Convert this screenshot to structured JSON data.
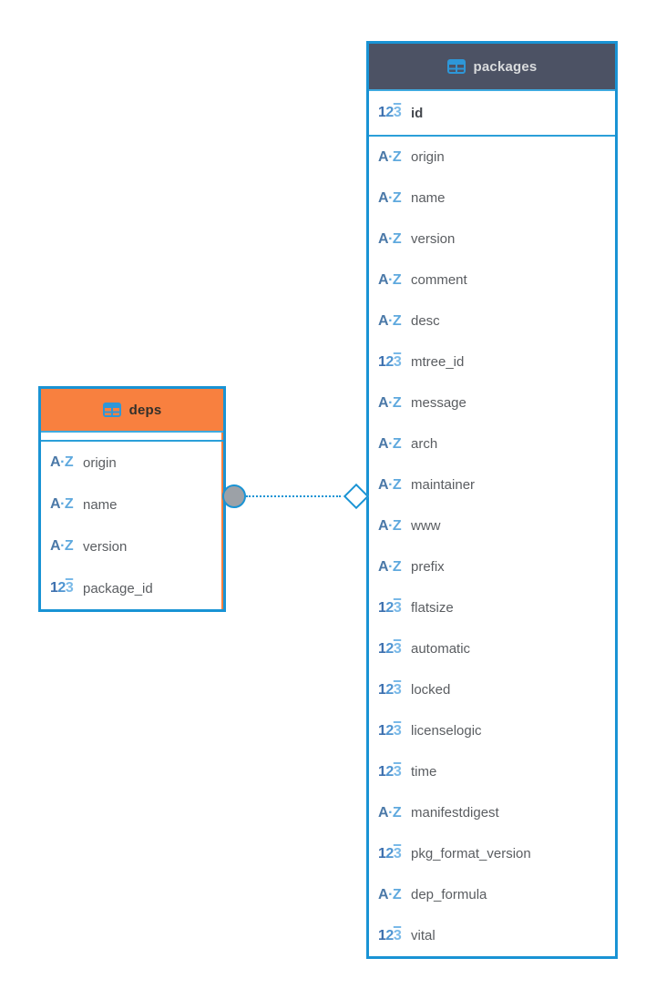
{
  "colors": {
    "accent_blue": "#1993D4",
    "packages_header_bg": "#4C5264",
    "packages_header_text": "#D9DBDD",
    "deps_header_bg": "#F8803F",
    "deps_header_text": "#33302B",
    "column_text": "#5A5D61",
    "relation_circle_fill": "#9CA1A7"
  },
  "icons": {
    "table": "table-grid-icon",
    "az": {
      "a": "A",
      "dot": "·",
      "z": "Z"
    },
    "num": {
      "d1": "1",
      "d2": "2",
      "d3": "3"
    }
  },
  "tables": {
    "deps": {
      "title": "deps",
      "primary_keys": [],
      "columns": [
        {
          "name": "origin",
          "type": "text"
        },
        {
          "name": "name",
          "type": "text"
        },
        {
          "name": "version",
          "type": "text"
        },
        {
          "name": "package_id",
          "type": "number"
        }
      ]
    },
    "packages": {
      "title": "packages",
      "primary_key": {
        "name": "id",
        "type": "number"
      },
      "columns": [
        {
          "name": "origin",
          "type": "text"
        },
        {
          "name": "name",
          "type": "text"
        },
        {
          "name": "version",
          "type": "text"
        },
        {
          "name": "comment",
          "type": "text"
        },
        {
          "name": "desc",
          "type": "text"
        },
        {
          "name": "mtree_id",
          "type": "number"
        },
        {
          "name": "message",
          "type": "text"
        },
        {
          "name": "arch",
          "type": "text"
        },
        {
          "name": "maintainer",
          "type": "text"
        },
        {
          "name": "www",
          "type": "text"
        },
        {
          "name": "prefix",
          "type": "text"
        },
        {
          "name": "flatsize",
          "type": "number"
        },
        {
          "name": "automatic",
          "type": "number"
        },
        {
          "name": "locked",
          "type": "number"
        },
        {
          "name": "licenselogic",
          "type": "number"
        },
        {
          "name": "time",
          "type": "number"
        },
        {
          "name": "manifestdigest",
          "type": "text"
        },
        {
          "name": "pkg_format_version",
          "type": "number"
        },
        {
          "name": "dep_formula",
          "type": "text"
        },
        {
          "name": "vital",
          "type": "number"
        }
      ]
    }
  },
  "relation": {
    "from_table": "deps",
    "to_table": "packages",
    "line_style": "dotted",
    "from_marker": "filled-circle",
    "to_marker": "hollow-diamond"
  }
}
